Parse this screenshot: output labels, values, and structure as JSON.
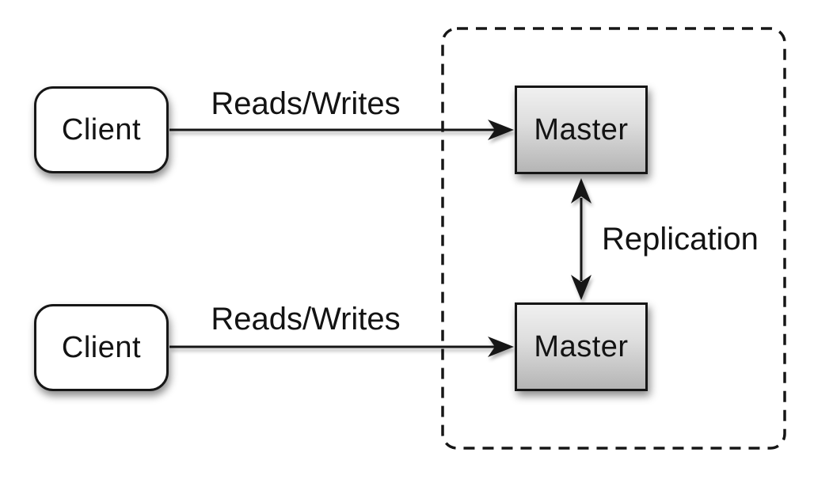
{
  "diagram": {
    "nodes": {
      "client_top": {
        "label": "Client"
      },
      "client_bottom": {
        "label": "Client"
      },
      "master_top": {
        "label": "Master"
      },
      "master_bottom": {
        "label": "Master"
      }
    },
    "edges": {
      "reads_writes_top": {
        "label": "Reads/Writes",
        "from": "client_top",
        "to": "master_top",
        "direction": "one-way"
      },
      "reads_writes_bottom": {
        "label": "Reads/Writes",
        "from": "client_bottom",
        "to": "master_bottom",
        "direction": "one-way"
      },
      "replication": {
        "label": "Replication",
        "from": "master_top",
        "to": "master_bottom",
        "direction": "two-way"
      }
    },
    "boundary": {
      "style": "dashed-rounded-rectangle",
      "contains": [
        "master_top",
        "master_bottom"
      ]
    },
    "colors": {
      "background": "#ffffff",
      "stroke": "#161616",
      "text": "#131313",
      "client_fill": "#ffffff",
      "master_gradient_top": "#f0f0f0",
      "master_gradient_bottom": "#b5b5b5"
    }
  }
}
